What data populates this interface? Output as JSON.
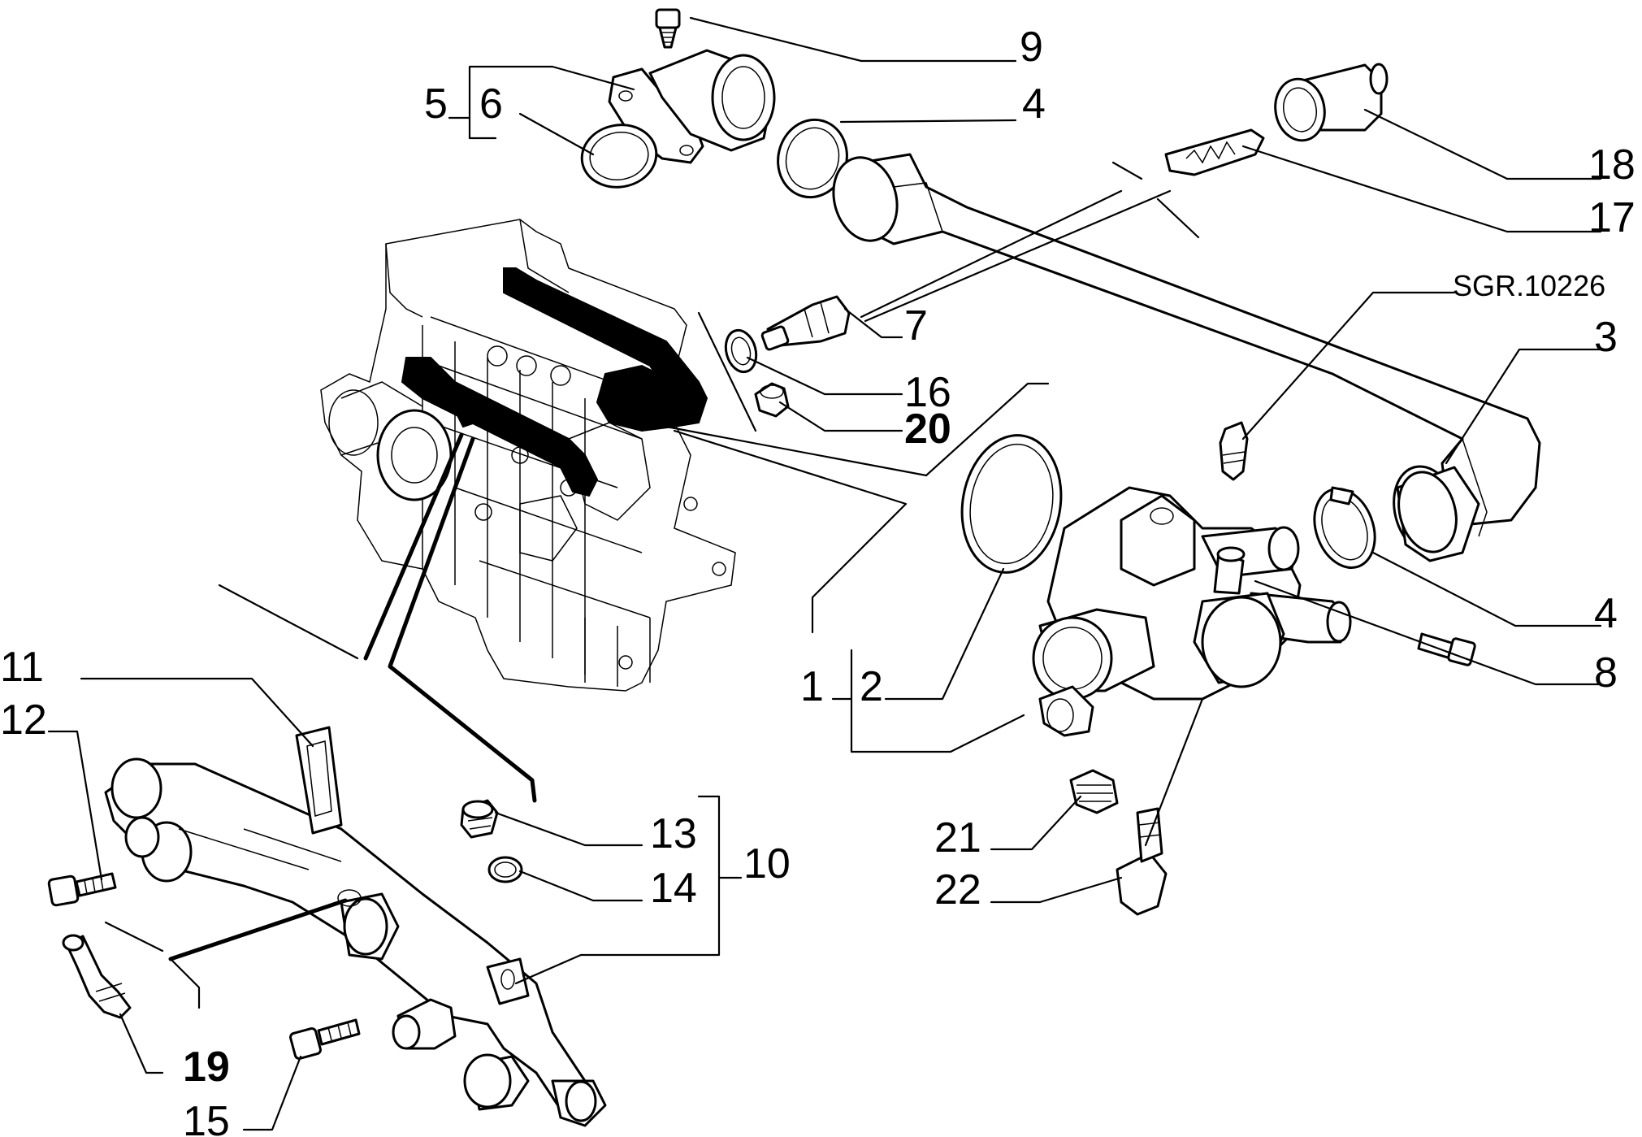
{
  "reference": "SGR.10226",
  "callouts": [
    {
      "id": "c9",
      "text": "9"
    },
    {
      "id": "c5",
      "text": "5"
    },
    {
      "id": "c6",
      "text": "6"
    },
    {
      "id": "c4a",
      "text": "4"
    },
    {
      "id": "c18",
      "text": "18"
    },
    {
      "id": "c17",
      "text": "17"
    },
    {
      "id": "c7",
      "text": "7"
    },
    {
      "id": "c3",
      "text": "3"
    },
    {
      "id": "c16",
      "text": "16"
    },
    {
      "id": "c20",
      "text": "20"
    },
    {
      "id": "c4b",
      "text": "4"
    },
    {
      "id": "c8",
      "text": "8"
    },
    {
      "id": "c1",
      "text": "1"
    },
    {
      "id": "c2",
      "text": "2"
    },
    {
      "id": "c11",
      "text": "11"
    },
    {
      "id": "c12",
      "text": "12"
    },
    {
      "id": "c13",
      "text": "13"
    },
    {
      "id": "c10",
      "text": "10"
    },
    {
      "id": "c14",
      "text": "14"
    },
    {
      "id": "c21",
      "text": "21"
    },
    {
      "id": "c22",
      "text": "22"
    },
    {
      "id": "c19",
      "text": "19"
    },
    {
      "id": "c15",
      "text": "15"
    }
  ]
}
